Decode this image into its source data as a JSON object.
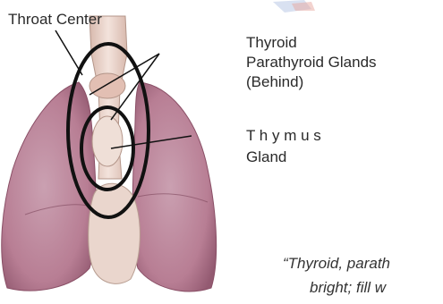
{
  "labels": {
    "throat_center": "Throat Center",
    "thyroid": "Thyroid",
    "parathyroid": "Parathyroid Glands",
    "behind": "(Behind)",
    "thymus": "T h y m u s",
    "gland": "Gland"
  },
  "caption": {
    "line1": "“Thyroid, parath",
    "line2": "bright; fill w"
  },
  "colors": {
    "lung": "#b87e94",
    "lung_dark": "#8a4f66",
    "trachea": "#e9d2c8",
    "heart": "#ecd8cf",
    "outline": "#111111",
    "text": "#2a2a2a"
  }
}
